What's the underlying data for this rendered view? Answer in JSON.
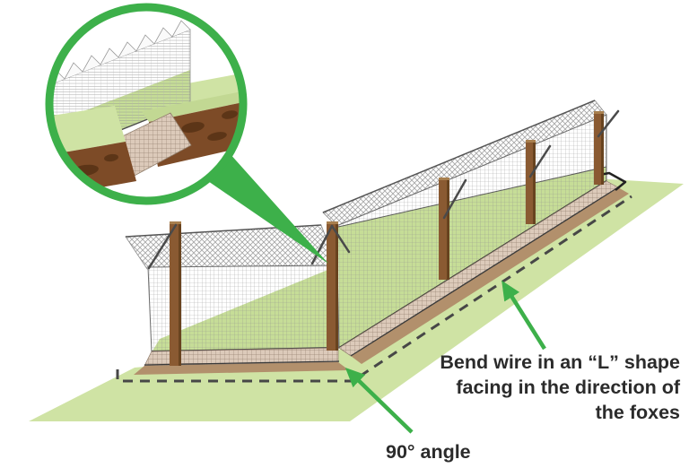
{
  "colors": {
    "accent_green": "#3db04a",
    "grass": "#cfe3a4",
    "grass_through_mesh": "#c6dd97",
    "soil": "#7d4b27",
    "soil_dark": "#5c3517",
    "apron_mesh": "#dccaba",
    "dirt_path": "#b2906c",
    "post": "#8a5a32",
    "post_shade": "#68431f",
    "outline": "#3a3a3a",
    "text": "#2b2b2b"
  },
  "labels": {
    "bend_wire_line1": "Bend wire in an “L” shape",
    "bend_wire_line2": "facing in the direction of",
    "bend_wire_line3": "the foxes",
    "angle": "90° angle"
  }
}
